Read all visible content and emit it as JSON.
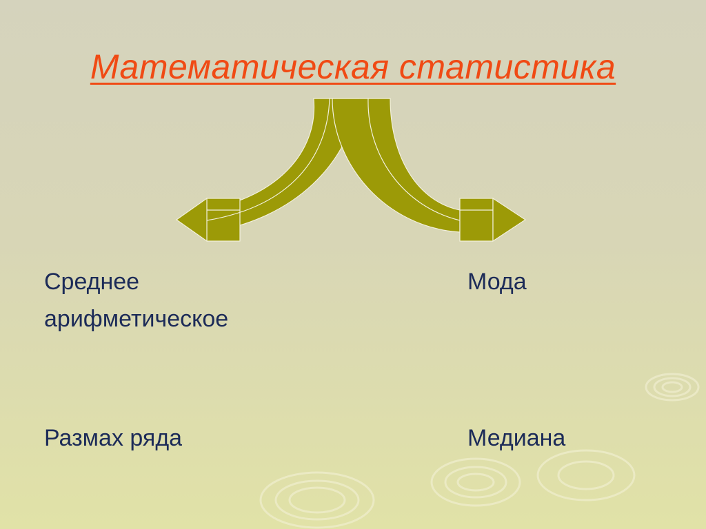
{
  "slide": {
    "title": "Математическая статистика",
    "terms": {
      "top_left": "Среднее арифметическое",
      "top_right": "Мода",
      "bottom_left": "Размах ряда",
      "bottom_right": "Медиана"
    },
    "colors": {
      "title": "#f04a14",
      "text": "#1c2b58",
      "arrow": "#9c9a07",
      "background": "#d8d6b6"
    },
    "icons": [
      "split-arrow-icon",
      "ripple-decoration"
    ]
  }
}
